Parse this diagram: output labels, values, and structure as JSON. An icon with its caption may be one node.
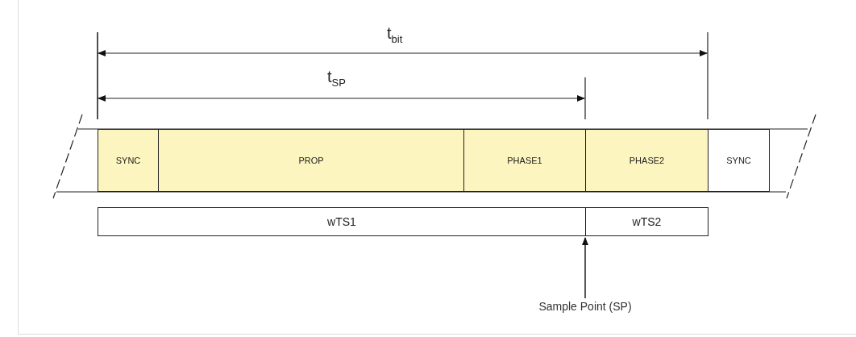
{
  "diagram": {
    "nodes": [
      {
        "text": [
          "SYNC"
        ]
      },
      {
        "text": [
          "PROP"
        ]
      },
      {
        "text": [
          "PHASE1"
        ]
      },
      {
        "text": [
          "PHASE2"
        ]
      },
      {
        "text": [
          "SYNC"
        ]
      },
      {
        "text": [
          "wTS1"
        ]
      },
      {
        "text": [
          "wTS2"
        ]
      },
      {
        "text": [
          "Sample Point (SP)"
        ]
      }
    ],
    "edges": [
      {
        "from": 7,
        "to": 6,
        "arrow": "to"
      }
    ],
    "labels": [
      "t$_{bit}$",
      "t$_{SP}$"
    ]
  }
}
